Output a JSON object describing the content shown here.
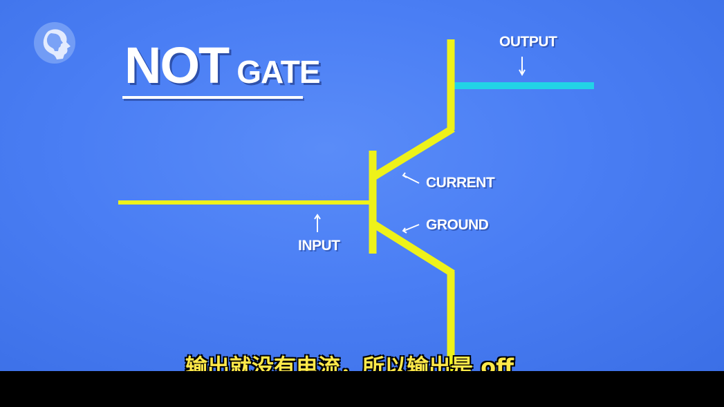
{
  "title": {
    "main": "NOT",
    "sub": "GATE"
  },
  "labels": {
    "output": "OUTPUT",
    "current": "CURRENT",
    "ground": "GROUND",
    "input": "INPUT"
  },
  "subtitle": "输出就没有电流，所以输出是 off",
  "icons": {
    "logo": "pbs-head-logo-icon"
  },
  "colors": {
    "background": "#4a7ef4",
    "wire": "#eef21a",
    "output_wire": "#22d3e6",
    "subtitle": "#ffe94a"
  }
}
